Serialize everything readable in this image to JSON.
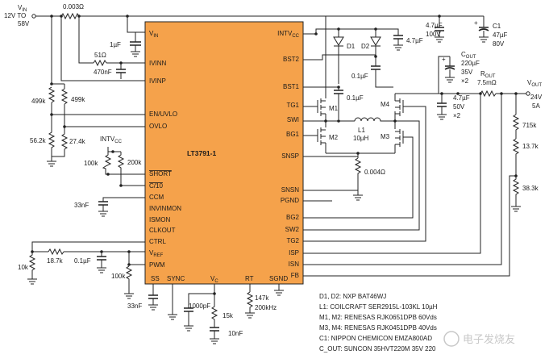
{
  "chip": {
    "name": "LT3791-1",
    "fill": "#f5a24b",
    "pins_left": [
      "V_IN",
      "IVINN",
      "IVINP",
      "EN/UVLO",
      "OVLO",
      "SHORT",
      "C/10",
      "CCM",
      "INVINMON",
      "ISMON",
      "CLKOUT",
      "CTRL",
      "V_REF",
      "PWM"
    ],
    "pins_right": [
      "INTV_CC",
      "BST2",
      "BST1",
      "TG1",
      "SWI",
      "BG1",
      "SNSP",
      "SNSN",
      "PGND",
      "BG2",
      "SW2",
      "TG2",
      "ISP",
      "ISN",
      "FB"
    ],
    "pins_bottom": [
      "SS",
      "SYNC",
      "V_C",
      "RT",
      "SGND"
    ]
  },
  "labels": {
    "vin_main": "V",
    "vin_sub": "IN",
    "vin_range1": "12V TO",
    "vin_range2": "58V",
    "vout_main": "V",
    "vout_sub": "OUT",
    "vout_v": "24V",
    "vout_a": "5A",
    "intvcc_main": "INTV",
    "intvcc_sub": "CC",
    "rout_main": "R",
    "rout_sub": "OUT",
    "cout_main": "C",
    "cout_sub": "OUT",
    "c1": "C1",
    "m1": "M1",
    "m2": "M2",
    "m3": "M3",
    "m4": "M4",
    "l1": "L1",
    "l1_val": "10µH",
    "d1": "D1",
    "d2": "D2"
  },
  "values": {
    "r_sense_in": "0.003Ω",
    "r_51": "51Ω",
    "c_470n": "470nF",
    "c_1u": "1µF",
    "r_499k_a": "499k",
    "r_499k_b": "499k",
    "r_56k": "56.2k",
    "r_27k": "27.4k",
    "r_100k_a": "100k",
    "r_200k": "200k",
    "c_33n_a": "33nF",
    "r_18k": "18.7k",
    "c_0p1_ref": "0.1µF",
    "r_10k": "10k",
    "r_100k_b": "100k",
    "c_33n_b": "33nF",
    "c_1000p": "1000pF",
    "r_15k": "15k",
    "c_10n": "10nF",
    "r_147k": "147k",
    "f_200k": "200kHz",
    "c_4p7_intv": "4.7µF",
    "c_0p1_bst2": "0.1µF",
    "c_0p1_bst1": "0.1µF",
    "r_0p004": "0.004Ω",
    "c_in_4p7": "4.7µF",
    "c_in_100v": "100V",
    "c1_47": "47µF",
    "c1_80v": "80V",
    "cout_220": "220µF",
    "cout_35v": "35V",
    "cout_x2": "×2",
    "cout2_4p7": "4.7µF",
    "cout2_50v": "50V",
    "cout2_x2": "×2",
    "rout_7p5": "7.5mΩ",
    "r_715k": "715k",
    "r_13p7k": "13.7k",
    "r_38p3k": "38.3k"
  },
  "notes": [
    "D1, D2: NXP BAT46WJ",
    "L1: COILCRAFT SER2915L-103KL 10µH",
    "M1, M2: RENESAS RJK0651DPB 60Vds",
    "M3, M4: RENESAS RJK0451DPB 40Vds",
    "C1: NIPPON CHEMICON EMZA800AD",
    "C_OUT: SUNCON 35HVT220M 35V 220"
  ],
  "watermark": "电子发烧友"
}
